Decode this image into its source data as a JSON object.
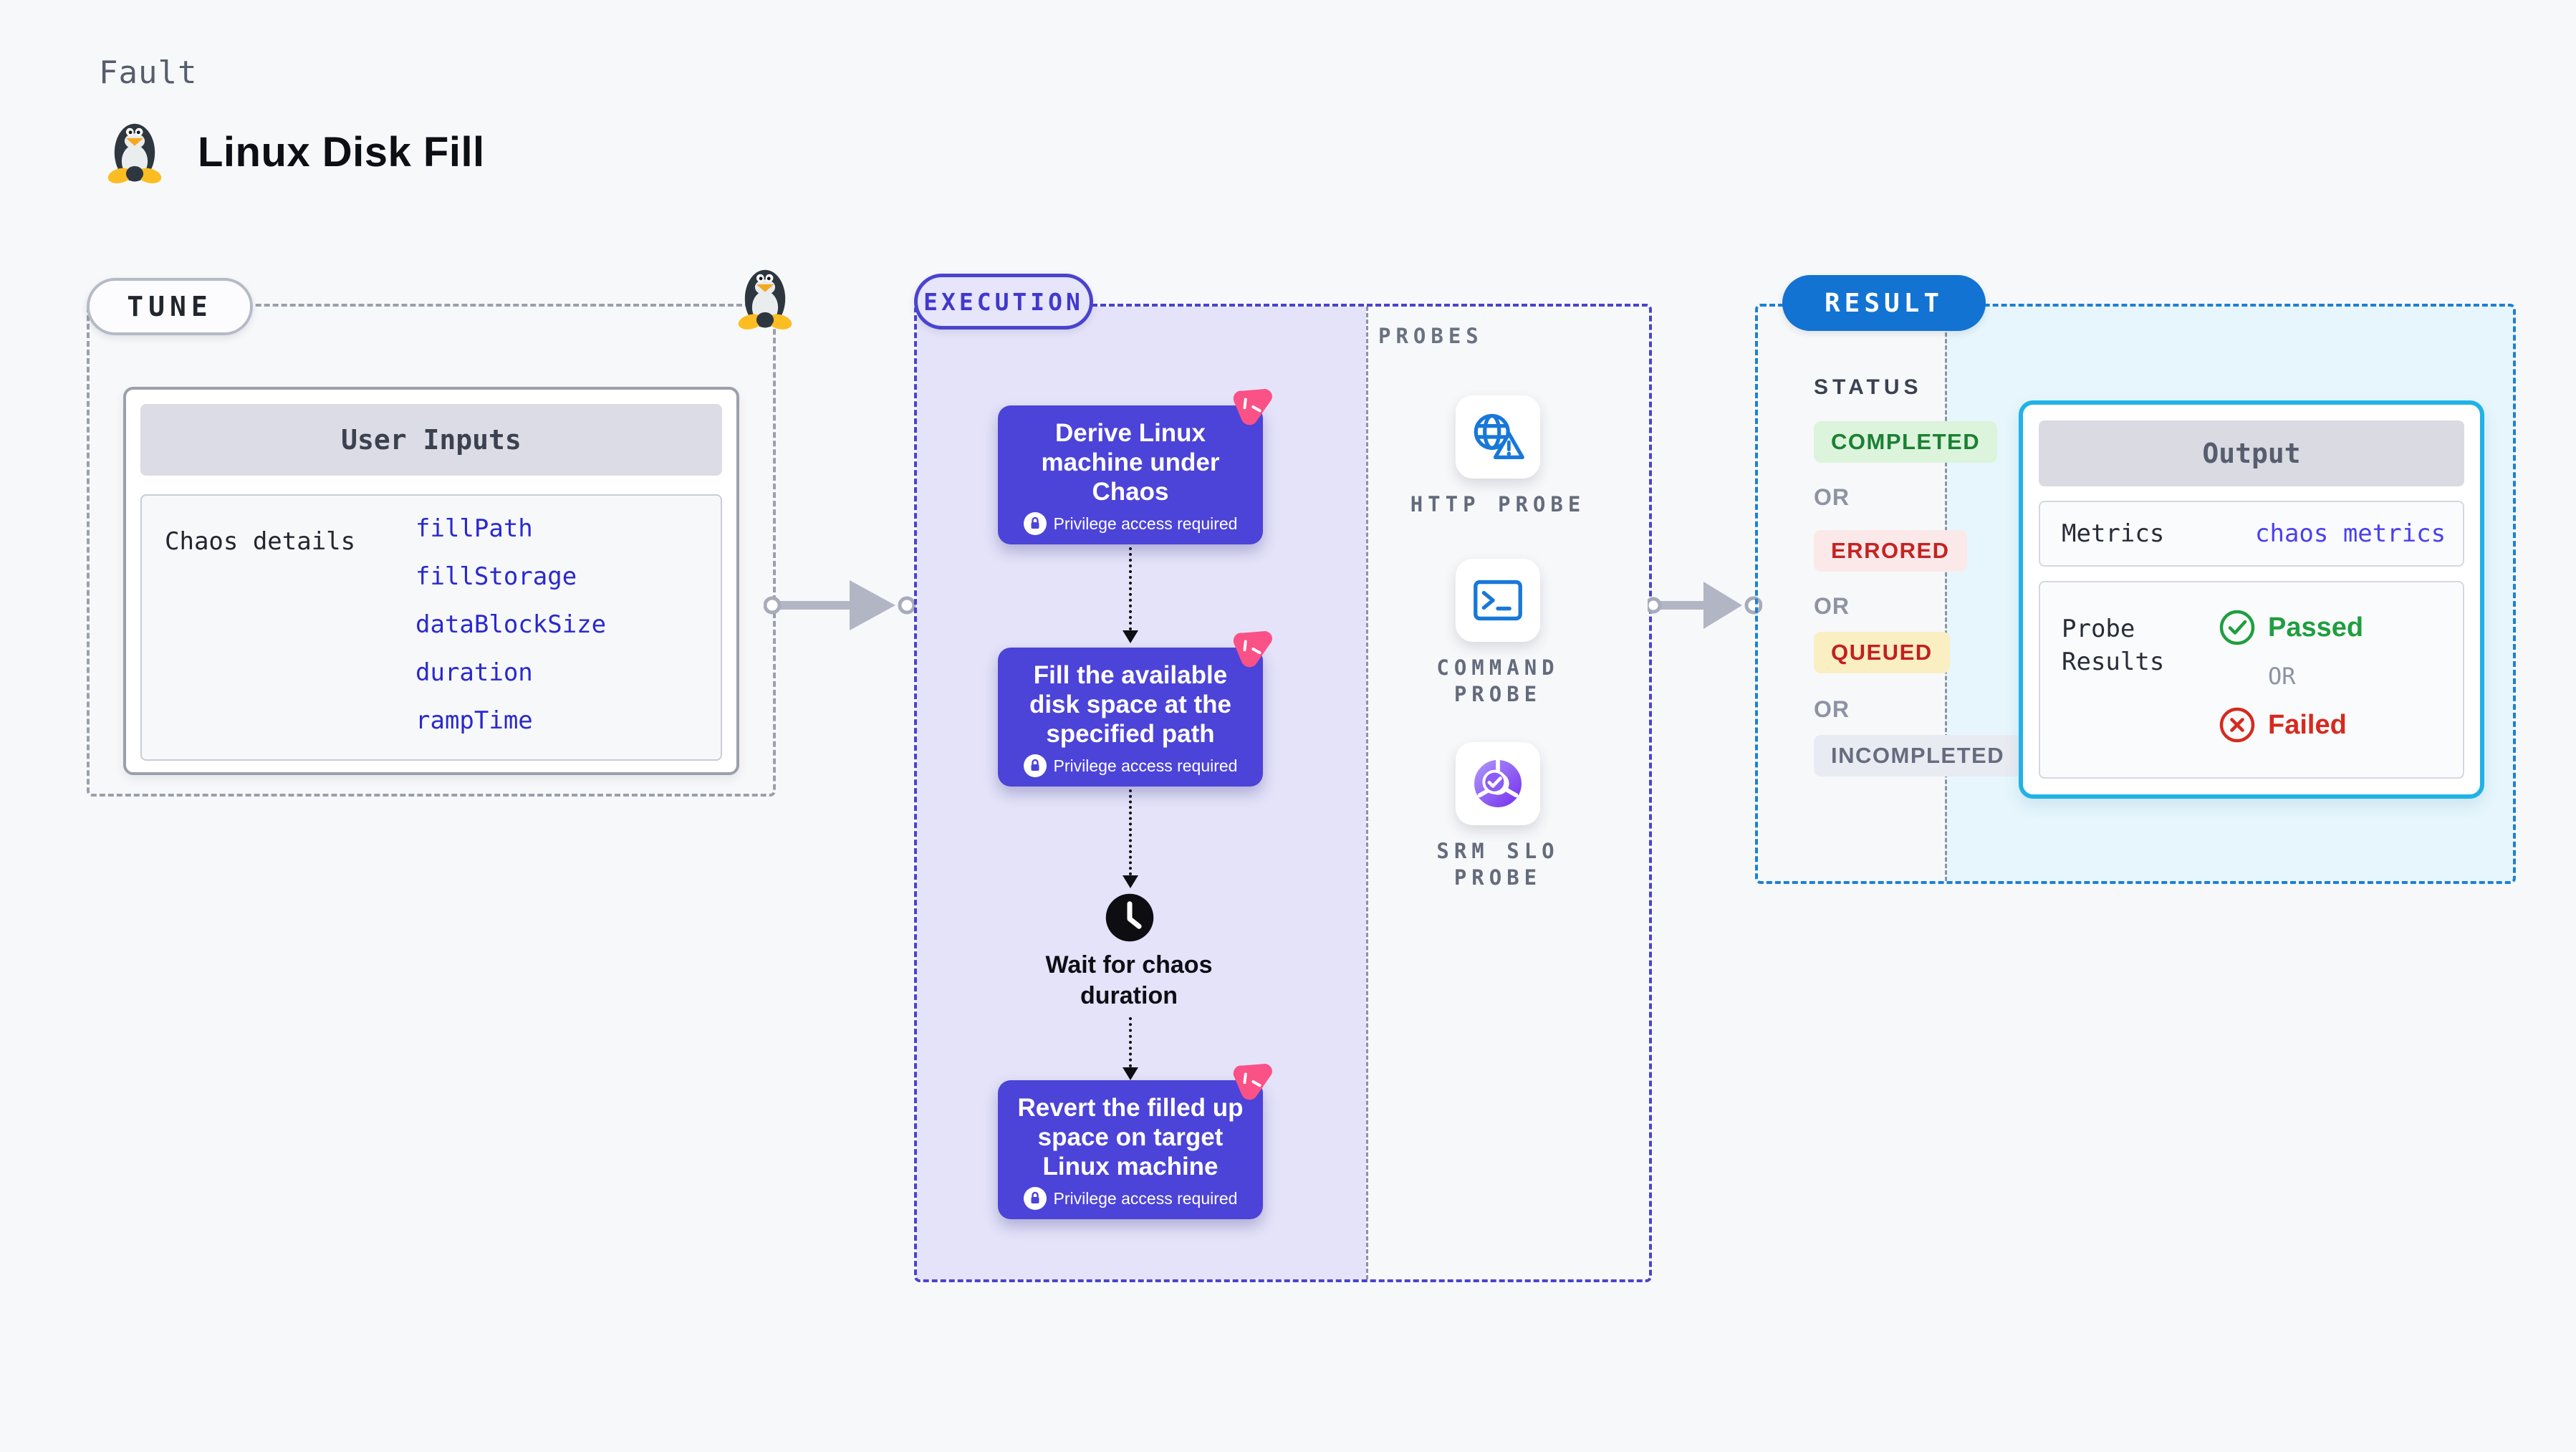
{
  "header": {
    "kicker": "Fault",
    "title": "Linux Disk Fill"
  },
  "tune": {
    "label": "TUNE",
    "user_inputs": {
      "header": "User Inputs",
      "row_label": "Chaos details",
      "inputs": [
        "fillPath",
        "fillStorage",
        "dataBlockSize",
        "duration",
        "rampTime"
      ]
    }
  },
  "execution": {
    "label": "EXECUTION",
    "cards": [
      {
        "title": "Derive Linux machine under Chaos",
        "note": "Privilege access required"
      },
      {
        "title": "Fill the available disk space at the specified path",
        "note": "Privilege access required"
      },
      {
        "title": "Revert the filled up space on target Linux machine",
        "note": "Privilege access required"
      }
    ],
    "wait_label": "Wait for chaos duration",
    "probes": {
      "label": "PROBES",
      "items": [
        {
          "name": "HTTP PROBE",
          "icon": "globe-alert-icon"
        },
        {
          "name": "COMMAND PROBE",
          "icon": "terminal-icon"
        },
        {
          "name": "SRM SLO PROBE",
          "icon": "slo-donut-icon"
        }
      ]
    }
  },
  "result": {
    "label": "RESULT",
    "status": {
      "heading": "STATUS",
      "or_label": "OR",
      "badges": [
        {
          "text": "COMPLETED",
          "fg": "#1b8033",
          "bg": "#dcf3dc"
        },
        {
          "text": "ERRORED",
          "fg": "#c52222",
          "bg": "#fbe9e9"
        },
        {
          "text": "QUEUED",
          "fg": "#c22020",
          "bg": "#faeec3"
        },
        {
          "text": "INCOMPLETED",
          "fg": "#656c7e",
          "bg": "#e9ebf2"
        }
      ]
    },
    "output": {
      "header": "Output",
      "metrics_label": "Metrics",
      "metrics_link": "chaos metrics",
      "probe_results_label": "Probe Results",
      "passed_label": "Passed",
      "or_label": "OR",
      "failed_label": "Failed"
    }
  },
  "colors": {
    "accent_indigo": "#4a43cf",
    "card_indigo": "#4c43d8",
    "link_blue": "#2929ce",
    "result_blue": "#1273d2",
    "result_border_blue": "#1d80d4",
    "output_border_cyan": "#21b2e6",
    "chaos_pink": "#fa5186",
    "passed_green": "#1f9e3f",
    "failed_red": "#d62a1e",
    "probe_icon_blue": "#1878d8"
  }
}
